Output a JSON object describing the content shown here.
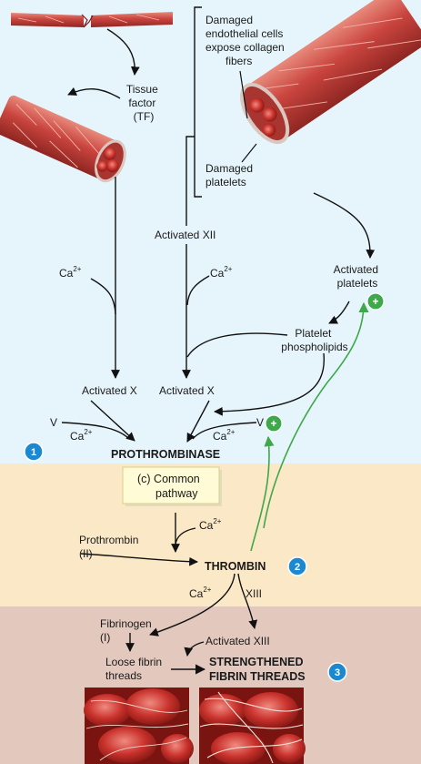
{
  "labels": {
    "tissue_factor": [
      "Tissue",
      "factor",
      "(TF)"
    ],
    "damaged_endothelial": [
      "Damaged",
      "endothelial cells",
      "expose collagen",
      "fibers"
    ],
    "damaged_platelets": [
      "Damaged",
      "platelets"
    ],
    "activated_xii": "Activated XII",
    "activated_platelets": [
      "Activated",
      "platelets"
    ],
    "platelet_phospholipids": [
      "Platelet",
      "phospholipids"
    ],
    "activated_x_left": "Activated X",
    "activated_x_right": "Activated X",
    "factor_v_left": "V",
    "factor_v_right": "V",
    "calcium": "Ca",
    "calcium_charge": "2+",
    "prothrombinase": "PROTHROMBINASE",
    "common_pathway": [
      "(c) Common",
      "pathway"
    ],
    "prothrombin": [
      "Prothrombin",
      "(II)"
    ],
    "thrombin": "THROMBIN",
    "xiii": "XIII",
    "fibrinogen": [
      "Fibrinogen",
      "(I)"
    ],
    "activated_xiii": "Activated XIII",
    "loose_fibrin": [
      "Loose fibrin",
      "threads"
    ],
    "strengthened_fibrin": [
      "STRENGTHENED",
      "FIBRIN THREADS"
    ],
    "plus_sign": "+"
  },
  "step_numbers": [
    "1",
    "2",
    "3"
  ],
  "colors": {
    "top_band": "#e6f5fb",
    "middle_band": "#fbe8c6",
    "bottom_band": "#e2c8bd",
    "feedback_arrow": "#3ea84a",
    "step_badge": "#1b88cf",
    "vessel": "#c9443e",
    "box_fill": "#fffbd6"
  }
}
